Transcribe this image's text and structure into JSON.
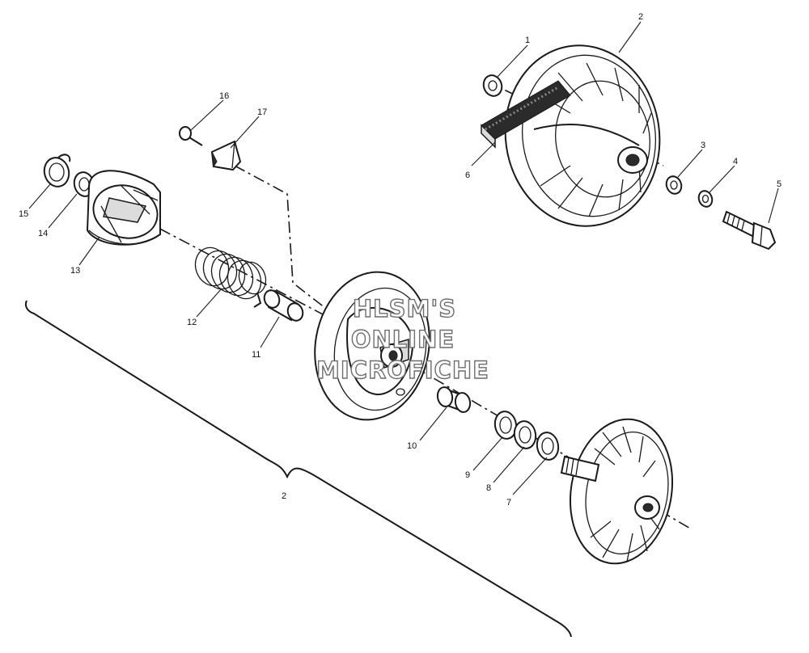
{
  "callouts": [
    {
      "id": "c1",
      "label": "1"
    },
    {
      "id": "c2a",
      "label": "2"
    },
    {
      "id": "c3",
      "label": "3"
    },
    {
      "id": "c4",
      "label": "4"
    },
    {
      "id": "c5",
      "label": "5"
    },
    {
      "id": "c6",
      "label": "6"
    },
    {
      "id": "c7",
      "label": "7"
    },
    {
      "id": "c8",
      "label": "8"
    },
    {
      "id": "c9",
      "label": "9"
    },
    {
      "id": "c10",
      "label": "10"
    },
    {
      "id": "c11",
      "label": "11"
    },
    {
      "id": "c12",
      "label": "12"
    },
    {
      "id": "c13",
      "label": "13"
    },
    {
      "id": "c14",
      "label": "14"
    },
    {
      "id": "c15",
      "label": "15"
    },
    {
      "id": "c16",
      "label": "16"
    },
    {
      "id": "c17",
      "label": "17"
    },
    {
      "id": "c2b",
      "label": "2"
    }
  ],
  "watermark": {
    "line1": "HLSM'S",
    "line2": "ONLINE",
    "line3": "MICROFICHE"
  }
}
